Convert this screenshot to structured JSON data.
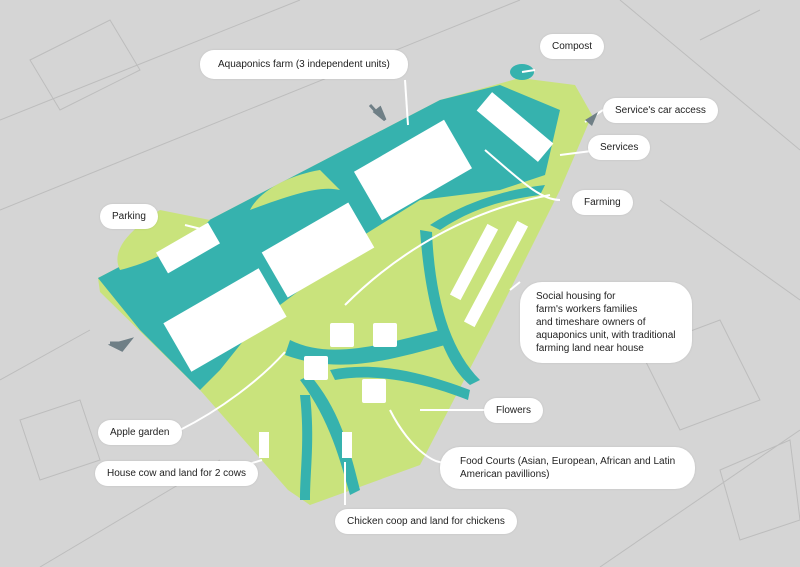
{
  "colors": {
    "background": "#d5d5d5",
    "water": "#36b2ae",
    "green": "#c9e37c",
    "building": "#ffffff",
    "arrow": "#6f7f86"
  },
  "labels": {
    "aquaponics": "Aquaponics farm (3 independent units)",
    "compost": "Compost",
    "car_access": "Service's car access",
    "services": "Services",
    "farming": "Farming",
    "parking": "Parking",
    "social_housing": [
      "Social housing for",
      "farm's workers families",
      "and timeshare  owners of",
      "aquaponics unit, with traditional",
      "farming land near house"
    ],
    "flowers": "Flowers",
    "apple_garden": "Apple garden",
    "food_courts": [
      "Food Courts (Asian, European, African and Latin",
      "American pavillions)"
    ],
    "house_cow": "House cow and land for 2 cows",
    "chicken": "Chicken coop and land for chickens"
  }
}
